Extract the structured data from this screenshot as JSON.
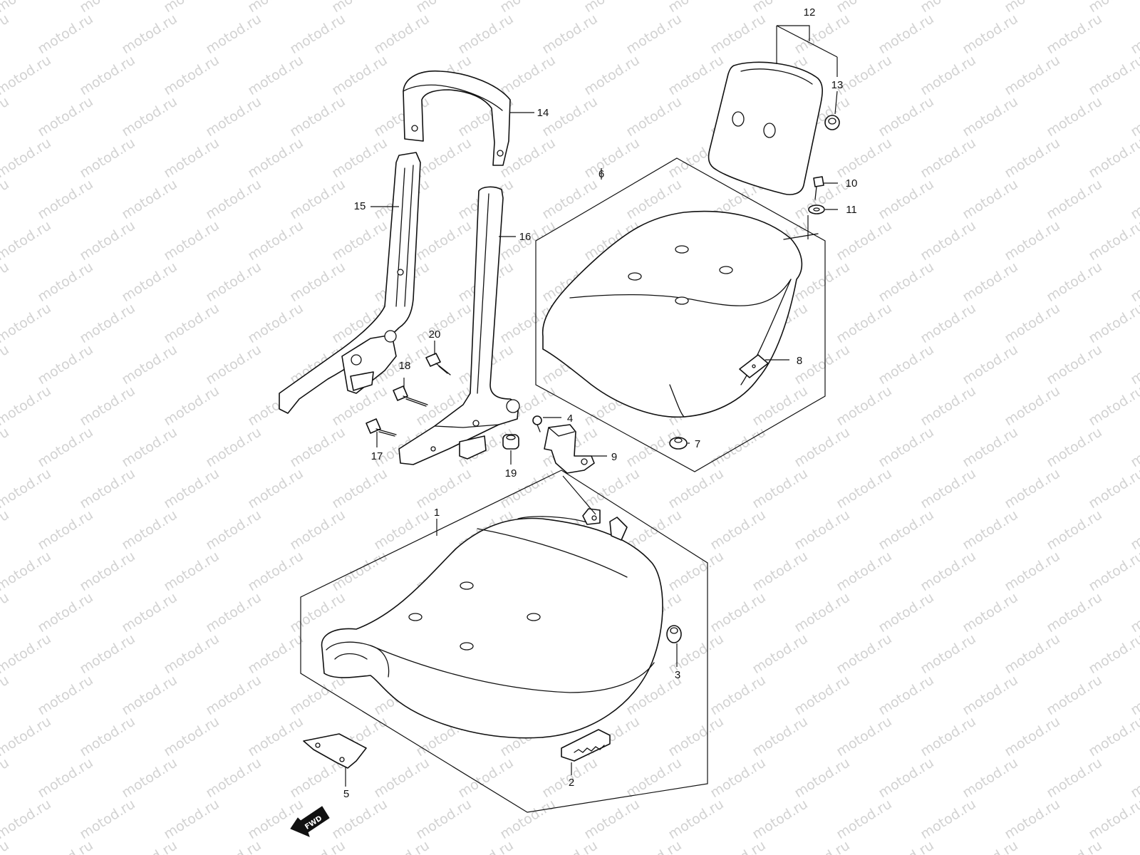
{
  "watermark": {
    "text": "motod.ru",
    "color": "#d2d2d2"
  },
  "direction_arrow": {
    "label": "FWD"
  },
  "callouts": [
    {
      "id": "c1",
      "label": "1"
    },
    {
      "id": "c2",
      "label": "2"
    },
    {
      "id": "c3",
      "label": "3"
    },
    {
      "id": "c4",
      "label": "4"
    },
    {
      "id": "c5",
      "label": "5"
    },
    {
      "id": "c6",
      "label": "6"
    },
    {
      "id": "c7",
      "label": "7"
    },
    {
      "id": "c8",
      "label": "8"
    },
    {
      "id": "c9",
      "label": "9"
    },
    {
      "id": "c10",
      "label": "10"
    },
    {
      "id": "c11",
      "label": "11"
    },
    {
      "id": "c12",
      "label": "12"
    },
    {
      "id": "c13",
      "label": "13"
    },
    {
      "id": "c14",
      "label": "14"
    },
    {
      "id": "c15",
      "label": "15"
    },
    {
      "id": "c16",
      "label": "16"
    },
    {
      "id": "c17",
      "label": "17"
    },
    {
      "id": "c18",
      "label": "18"
    },
    {
      "id": "c19",
      "label": "19"
    },
    {
      "id": "c20",
      "label": "20"
    }
  ]
}
